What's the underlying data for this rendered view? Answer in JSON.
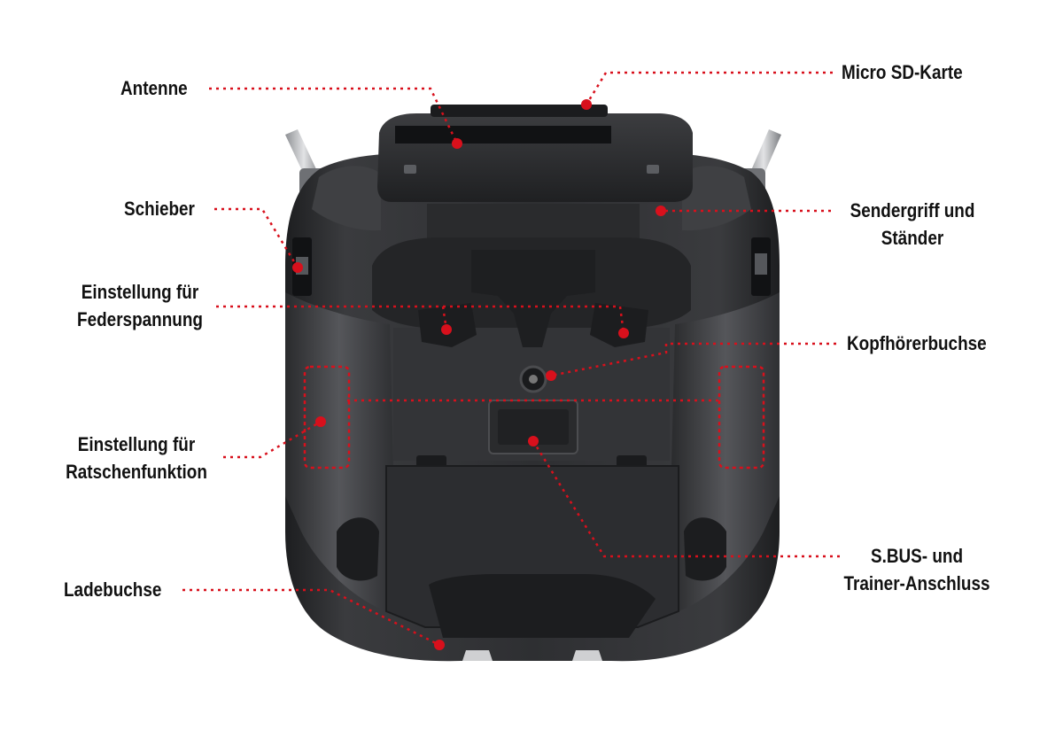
{
  "diagram": {
    "subject": "remote-control-transmitter-back-view",
    "accent_color": "#d8101c",
    "body_color": "#2b2c2e",
    "callouts": [
      {
        "id": "antenne",
        "lines": [
          "Antenne"
        ]
      },
      {
        "id": "micro-sd",
        "lines": [
          "Micro SD-Karte"
        ]
      },
      {
        "id": "schieber",
        "lines": [
          "Schieber"
        ]
      },
      {
        "id": "sendergriff",
        "lines": [
          "Sendergriff und",
          "Ständer"
        ]
      },
      {
        "id": "federspannung",
        "lines": [
          "Einstellung für",
          "Federspannung"
        ]
      },
      {
        "id": "kopfhoerer",
        "lines": [
          "Kopfhörerbuchse"
        ]
      },
      {
        "id": "ratschen",
        "lines": [
          "Einstellung für",
          "Ratschenfunktion"
        ]
      },
      {
        "id": "sbus",
        "lines": [
          "S.BUS- und",
          "Trainer-Anschluss"
        ]
      },
      {
        "id": "ladebuchse",
        "lines": [
          "Ladebuchse"
        ]
      }
    ]
  }
}
